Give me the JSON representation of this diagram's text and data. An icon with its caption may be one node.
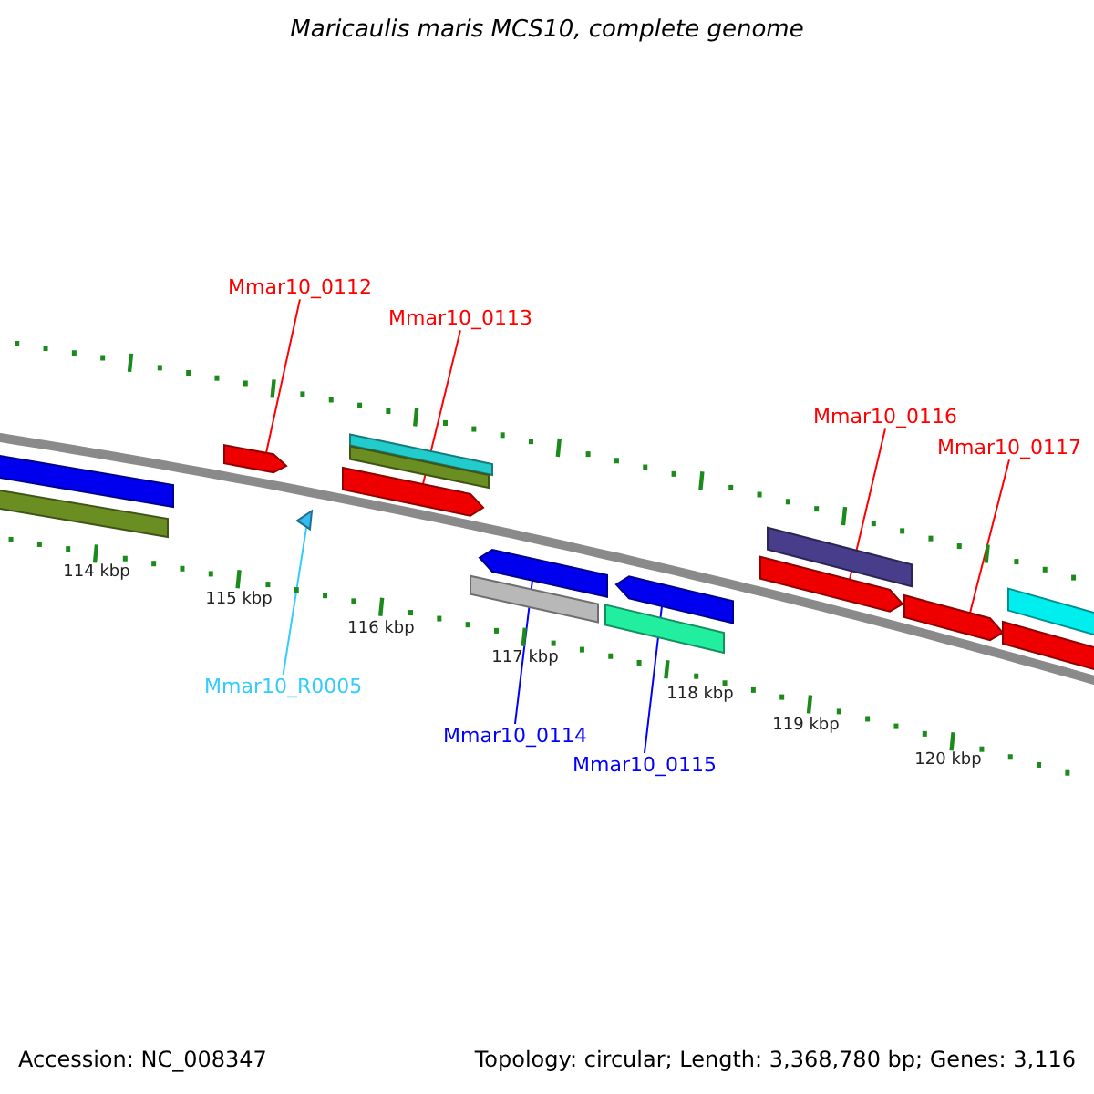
{
  "diagram": {
    "title": "Maricaulis maris MCS10, complete genome",
    "nodes": [
      {
        "text": [
          "Mmar10_0112"
        ]
      },
      {
        "text": [
          "Mmar10_0113"
        ]
      },
      {
        "text": [
          "Mmar10_0116"
        ]
      },
      {
        "text": [
          "Mmar10_0117"
        ]
      },
      {
        "text": [],
        "shape": "arrow"
      },
      {
        "text": [],
        "shape": "triangle"
      },
      {
        "text": [],
        "shape": "arrow"
      },
      {
        "text": [],
        "shape": "arrow"
      },
      {
        "text": [],
        "shape": "arrow"
      },
      {
        "text": [],
        "shape": "arrow"
      },
      {
        "text": [],
        "shape": "arrow"
      },
      {
        "text": [
          "Mmar10_R0005"
        ]
      },
      {
        "text": [
          "Mmar10_0114"
        ]
      },
      {
        "text": [
          "Mmar10_0115"
        ]
      },
      {
        "text": [],
        "shape": "bar"
      },
      {
        "text": [],
        "shape": "bar"
      },
      {
        "text": [],
        "shape": "bar"
      },
      {
        "text": [],
        "shape": "bar"
      },
      {
        "text": [],
        "shape": "bar"
      },
      {
        "text": [],
        "shape": "bar"
      },
      {
        "text": [],
        "shape": "bar"
      },
      {
        "text": [],
        "shape": "bar"
      },
      {
        "text": [],
        "shape": "arrow"
      }
    ],
    "edges": [
      {
        "from": 0,
        "to": 4,
        "arrow": "none"
      },
      {
        "from": 1,
        "to": 6,
        "arrow": "none"
      },
      {
        "from": 2,
        "to": 9,
        "arrow": "none"
      },
      {
        "from": 3,
        "to": 10,
        "arrow": "none"
      },
      {
        "from": 11,
        "to": 5,
        "arrow": "none",
        "color": "#33ccff"
      },
      {
        "from": 12,
        "to": 7,
        "arrow": "none",
        "color": "#0000ff"
      },
      {
        "from": 13,
        "to": 8,
        "arrow": "none",
        "color": "#0000ff"
      }
    ],
    "labels": [
      "114 kbp",
      "115 kbp",
      "116 kbp",
      "117 kbp",
      "118 kbp",
      "119 kbp",
      "120 kbp",
      "Accession: NC_008347",
      "Topology: circular; Length: 3,368,780 bp; Genes: 3,116"
    ]
  }
}
